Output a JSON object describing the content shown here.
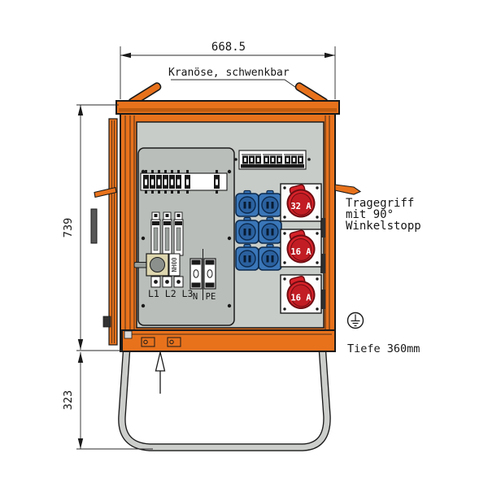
{
  "dimensions": {
    "width": "668.5",
    "height": "739",
    "stand_height": "323",
    "depth": "Tiefe 360mm"
  },
  "labels": {
    "crane": "Kranöse, schwenkbar",
    "handle": [
      "Tragegriff",
      "mit 90°",
      "Winkelstopp"
    ]
  },
  "switchgear": {
    "fuse_switch_type": "NH00",
    "phases": "L1 L2 L3",
    "neutral": "N",
    "earth": "PE"
  },
  "cee_sockets": [
    {
      "rating": "32 A"
    },
    {
      "rating": "16 A"
    },
    {
      "rating": "16 A"
    }
  ],
  "schuko_sockets": {
    "count": 6
  },
  "breaker_row": {
    "mcb_modules": 6,
    "single_modules": 2
  },
  "terminal_strip": {
    "groups": 3,
    "terminals_per_group": 3
  },
  "colors": {
    "cabinet_orange": "#e8721c",
    "cabinet_orange_dark": "#bf5c0f",
    "panel_gray": "#c7ccc8",
    "inner_panel_gray": "#b9beba",
    "socket_blue": "#3a76b8",
    "socket_blue_dark": "#2b619f",
    "cee_red": "#d7222a",
    "cee_red_dark": "#6e0d12",
    "stand_gray": "#cccecc",
    "switch_plate_beige": "#ddd6ae"
  }
}
